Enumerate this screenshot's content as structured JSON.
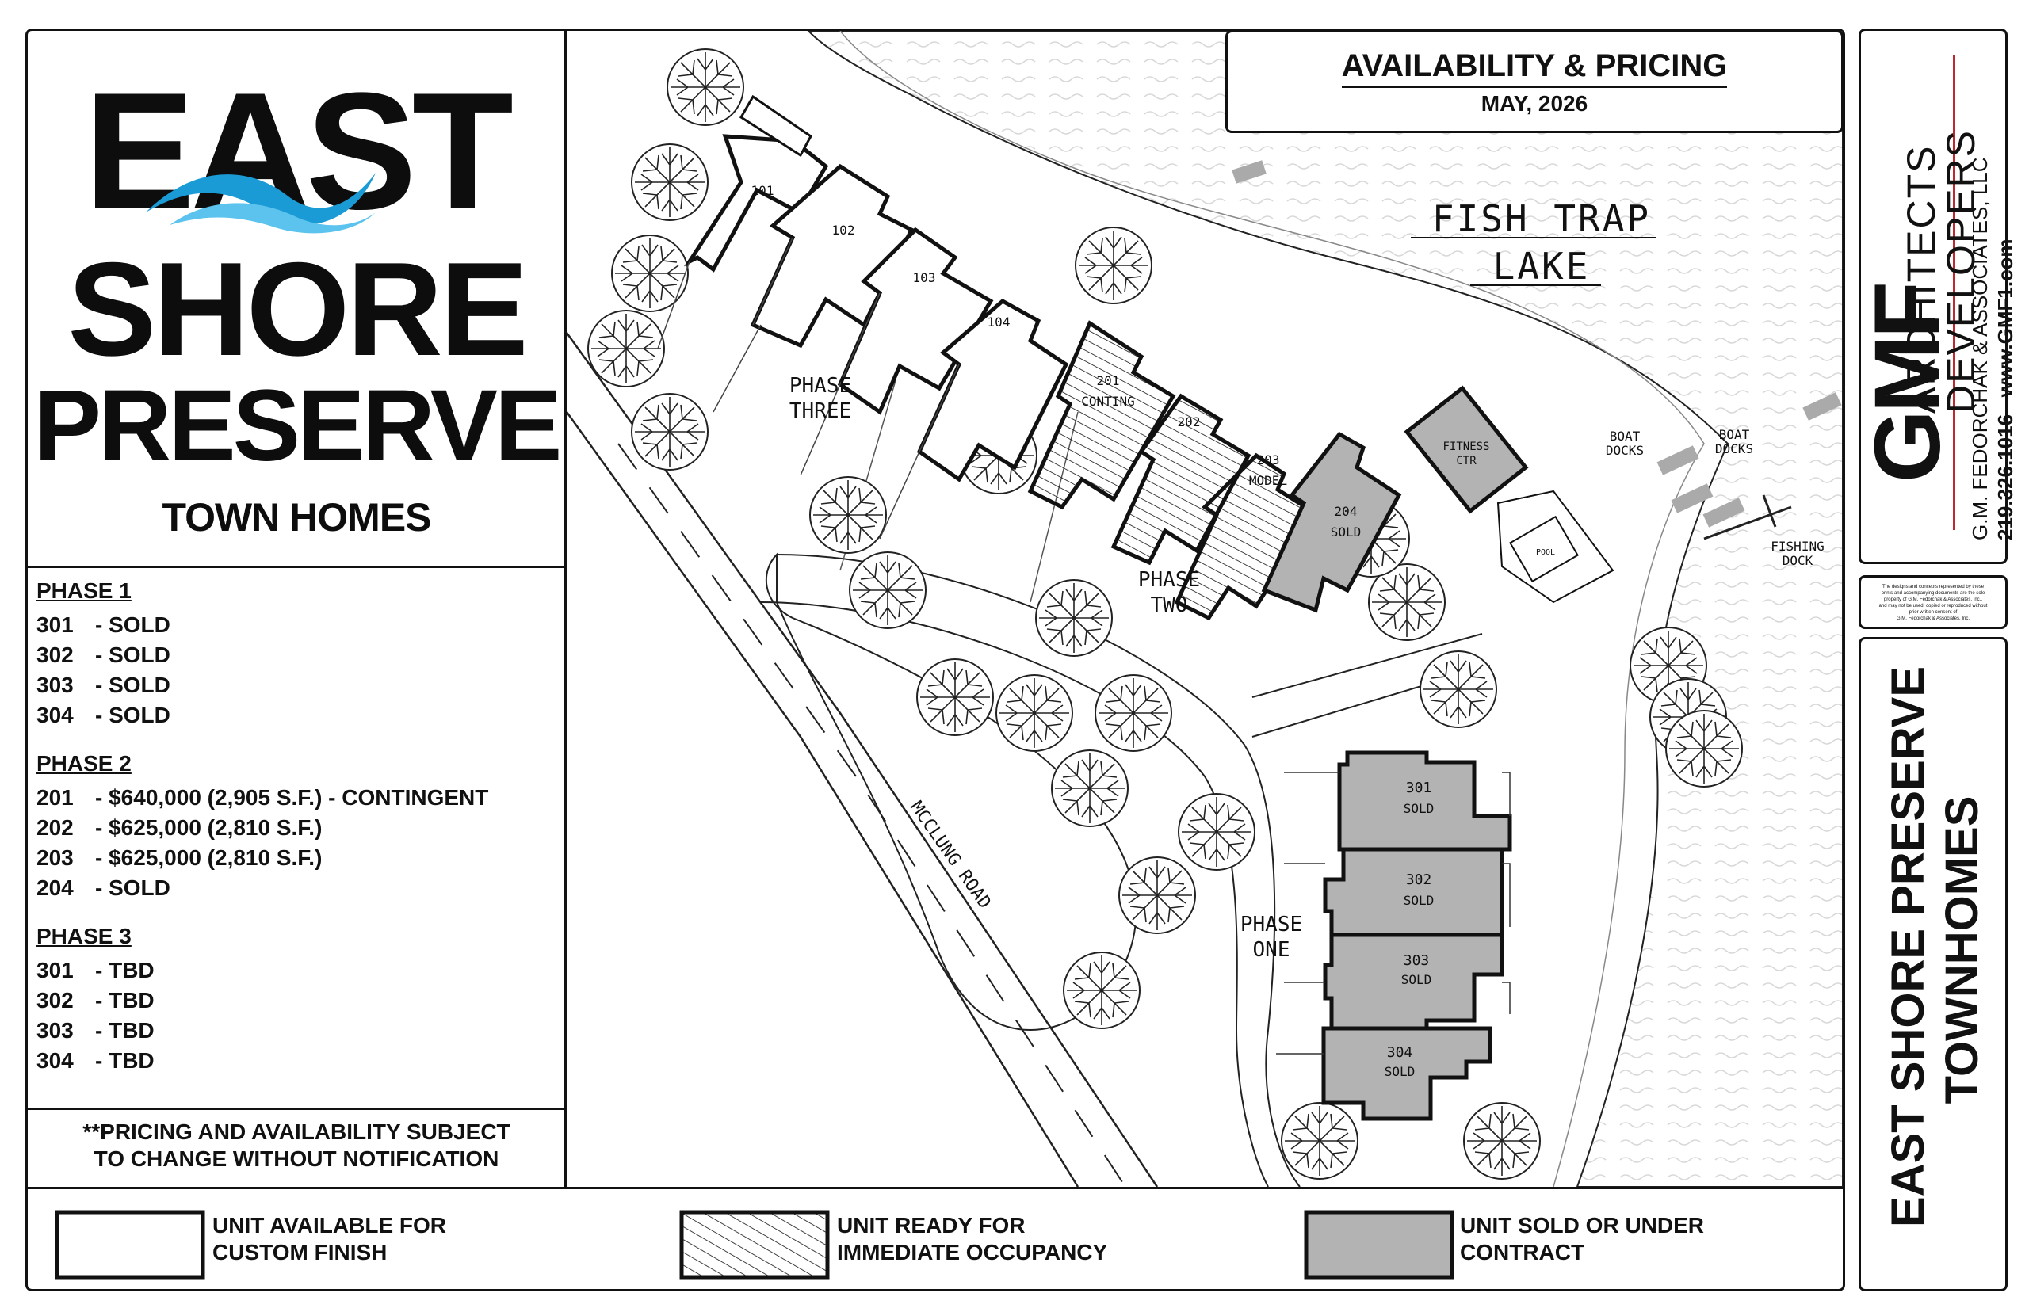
{
  "logo": {
    "line1": "EAST",
    "line2": "SHORE",
    "line3": "PRESERVE",
    "line4": "TOWN HOMES"
  },
  "header": {
    "title": "AVAILABILITY & PRICING",
    "date": "MAY, 2026"
  },
  "phases": [
    {
      "title": "PHASE 1",
      "units": [
        {
          "unit": "301",
          "status": "- SOLD"
        },
        {
          "unit": "302",
          "status": "- SOLD"
        },
        {
          "unit": "303",
          "status": "- SOLD"
        },
        {
          "unit": "304",
          "status": "- SOLD"
        }
      ]
    },
    {
      "title": "PHASE 2",
      "units": [
        {
          "unit": "201",
          "status": "- $640,000 (2,905 S.F.) - CONTINGENT"
        },
        {
          "unit": "202",
          "status": "- $625,000 (2,810 S.F.)"
        },
        {
          "unit": "203",
          "status": "- $625,000 (2,810 S.F.)"
        },
        {
          "unit": "204",
          "status": "- SOLD"
        }
      ]
    },
    {
      "title": "PHASE 3",
      "units": [
        {
          "unit": "301",
          "status": "- TBD"
        },
        {
          "unit": "302",
          "status": "- TBD"
        },
        {
          "unit": "303",
          "status": "- TBD"
        },
        {
          "unit": "304",
          "status": "- TBD"
        }
      ]
    }
  ],
  "disclaimer": {
    "line1": "**PRICING AND AVAILABILITY SUBJECT",
    "line2": "TO CHANGE WITHOUT NOTIFICATION"
  },
  "legend": [
    {
      "line1": "UNIT AVAILABLE FOR",
      "line2": "CUSTOM FINISH",
      "style": "available"
    },
    {
      "line1": "UNIT READY FOR",
      "line2": "IMMEDIATE OCCUPANCY",
      "style": "ready"
    },
    {
      "line1": "UNIT SOLD OR UNDER",
      "line2": "CONTRACT",
      "style": "sold"
    }
  ],
  "map": {
    "lake": {
      "line1": "FISH TRAP",
      "line2": "LAKE"
    },
    "road": "MCCLUNG ROAD",
    "phase_labels": [
      {
        "line1": "PHASE",
        "line2": "THREE"
      },
      {
        "line1": "PHASE",
        "line2": "TWO"
      },
      {
        "line1": "PHASE",
        "line2": "ONE"
      }
    ],
    "amenities": {
      "fitness": {
        "line1": "FITNESS",
        "line2": "CTR"
      },
      "pool": "POOL",
      "boat_docks_1": {
        "line1": "BOAT",
        "line2": "DOCKS"
      },
      "boat_docks_2": {
        "line1": "BOAT",
        "line2": "DOCKS"
      },
      "fishing_dock": {
        "line1": "FISHING",
        "line2": "DOCK"
      }
    },
    "phase3_units": [
      "101",
      "102",
      "103",
      "104"
    ],
    "phase2_units": [
      {
        "unit": "201",
        "note": "CONTING",
        "status": "ready"
      },
      {
        "unit": "202",
        "note": "",
        "status": "ready"
      },
      {
        "unit": "203",
        "note": "MODEL",
        "status": "ready"
      },
      {
        "unit": "204",
        "note": "SOLD",
        "status": "sold"
      }
    ],
    "phase1_units": [
      {
        "unit": "301",
        "note": "SOLD"
      },
      {
        "unit": "302",
        "note": "SOLD"
      },
      {
        "unit": "303",
        "note": "SOLD"
      },
      {
        "unit": "304",
        "note": "SOLD"
      }
    ]
  },
  "firm": {
    "initials": "GMF",
    "line1": "ARCHITECTS",
    "line2": "DEVELOPERS",
    "line3": "G.M. FEDORCHAK & ASSOCIATES, LLC",
    "line4": "219.326.1016   www.GMF1.com",
    "copyright_lines": [
      "The designs and concepts represented by these",
      "prints and accompanying documents are the sole",
      "property of G.M. Fedorchak & Associates, Inc.,",
      "and may not be used, copied or reproduced without",
      "prior written consent of",
      "G.M. Fedorchak & Associates, Inc."
    ]
  },
  "project_title": {
    "line1": "EAST SHORE PRESERVE",
    "line2": "TOWNHOMES"
  },
  "colors": {
    "ink": "#111111",
    "sold": "#b3b3b3",
    "wave": "#1b9bd6",
    "water_line": "#d8d8d8",
    "accent_red": "#c0282d"
  }
}
